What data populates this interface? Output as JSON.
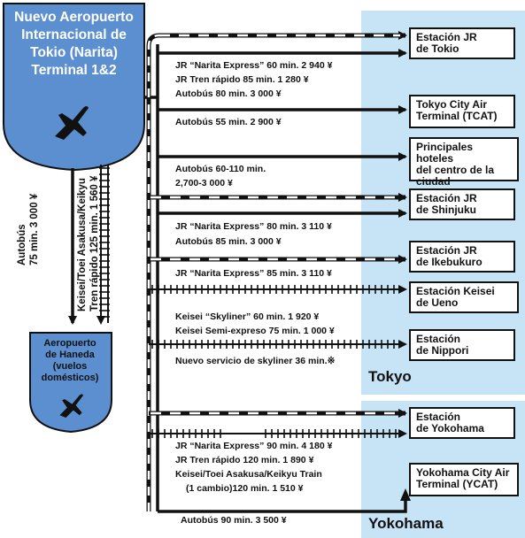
{
  "origin": {
    "name_line1": "Nuevo Aeropuerto",
    "name_line2": "Internacional de",
    "name_line3": "Tokio (Narita)",
    "name_line4": "Terminal 1&2",
    "icon": "airplane-icon"
  },
  "haneda": {
    "line1": "Aeropuerto",
    "line2": "de Haneda",
    "line3": "(vuelos",
    "line4": "domésticos)",
    "icon": "airplane-icon"
  },
  "vertical_routes": {
    "bus_line1": "Autobús",
    "bus_line2": "75 min. 3 000 ¥",
    "train_line1": "Keisei/Toei Asakusa/Keikyu",
    "train_line2": "Tren rápido 125 min. 1 560 ¥"
  },
  "destinations": [
    {
      "line1": "Estación JR",
      "line2": "de Tokio"
    },
    {
      "line1": "Tokyo City Air",
      "line2": "Terminal (TCAT)"
    },
    {
      "line1": "Principales hoteles",
      "line2": "del centro de la",
      "line3": "ciudad"
    },
    {
      "line1": "Estación JR",
      "line2": "de Shinjuku"
    },
    {
      "line1": "Estación JR",
      "line2": "de Ikebukuro"
    },
    {
      "line1": "Estación Keisei",
      "line2": "de Ueno"
    },
    {
      "line1": "Estación",
      "line2": "de Nippori"
    },
    {
      "line1": "Estación",
      "line2": "de Yokohama"
    },
    {
      "line1": "Yokohama City Air",
      "line2": "Terminal (YCAT)"
    }
  ],
  "route_labels": {
    "tokyo_jr_1": "JR “Narita Express” 60 min. 2 940 ¥",
    "tokyo_jr_2": "JR Tren rápido 85 min. 1 280 ¥",
    "tcat_1": "Autobús 80 min. 3 000 ¥",
    "tcat_2": "Autobús 55 min. 2 900 ¥",
    "hotels_1": "Autobús 60-110 min.",
    "hotels_2": "2,700-3 000 ¥",
    "shinjuku_1": "JR “Narita Express” 80 min. 3 110 ¥",
    "shinjuku_2": "Autobús 85 min. 3 000 ¥",
    "ikebukuro_1": "JR “Narita Express” 85 min. 3 110 ¥",
    "ueno_1": "Keisei “Skyliner” 60 min. 1 920 ¥",
    "ueno_2": "Keisei Semi-expreso 75 min. 1 000 ¥",
    "nippori_1": "Nuevo servicio de skyliner 36 min.※",
    "yokohama_1": "JR “Narita Express” 90 min. 4 180 ¥",
    "yokohama_2": "JR Tren rápido 120 min. 1 890 ¥",
    "yokohama_3": "Keisei/Toei Asakusa/Keikyu Train",
    "yokohama_4": "(1 cambio)120 min. 1 510 ¥",
    "ycat_1": "Autobús 90 min. 3 500 ¥"
  },
  "regions": {
    "tokyo": "Tokyo",
    "yokohama": "Yokohama"
  },
  "colors": {
    "region_bg": "#c6e4f6",
    "shield_fill": "#5b8fd0",
    "haneda_fill": "#5b8fd0",
    "line": "#111111",
    "white": "#ffffff"
  }
}
